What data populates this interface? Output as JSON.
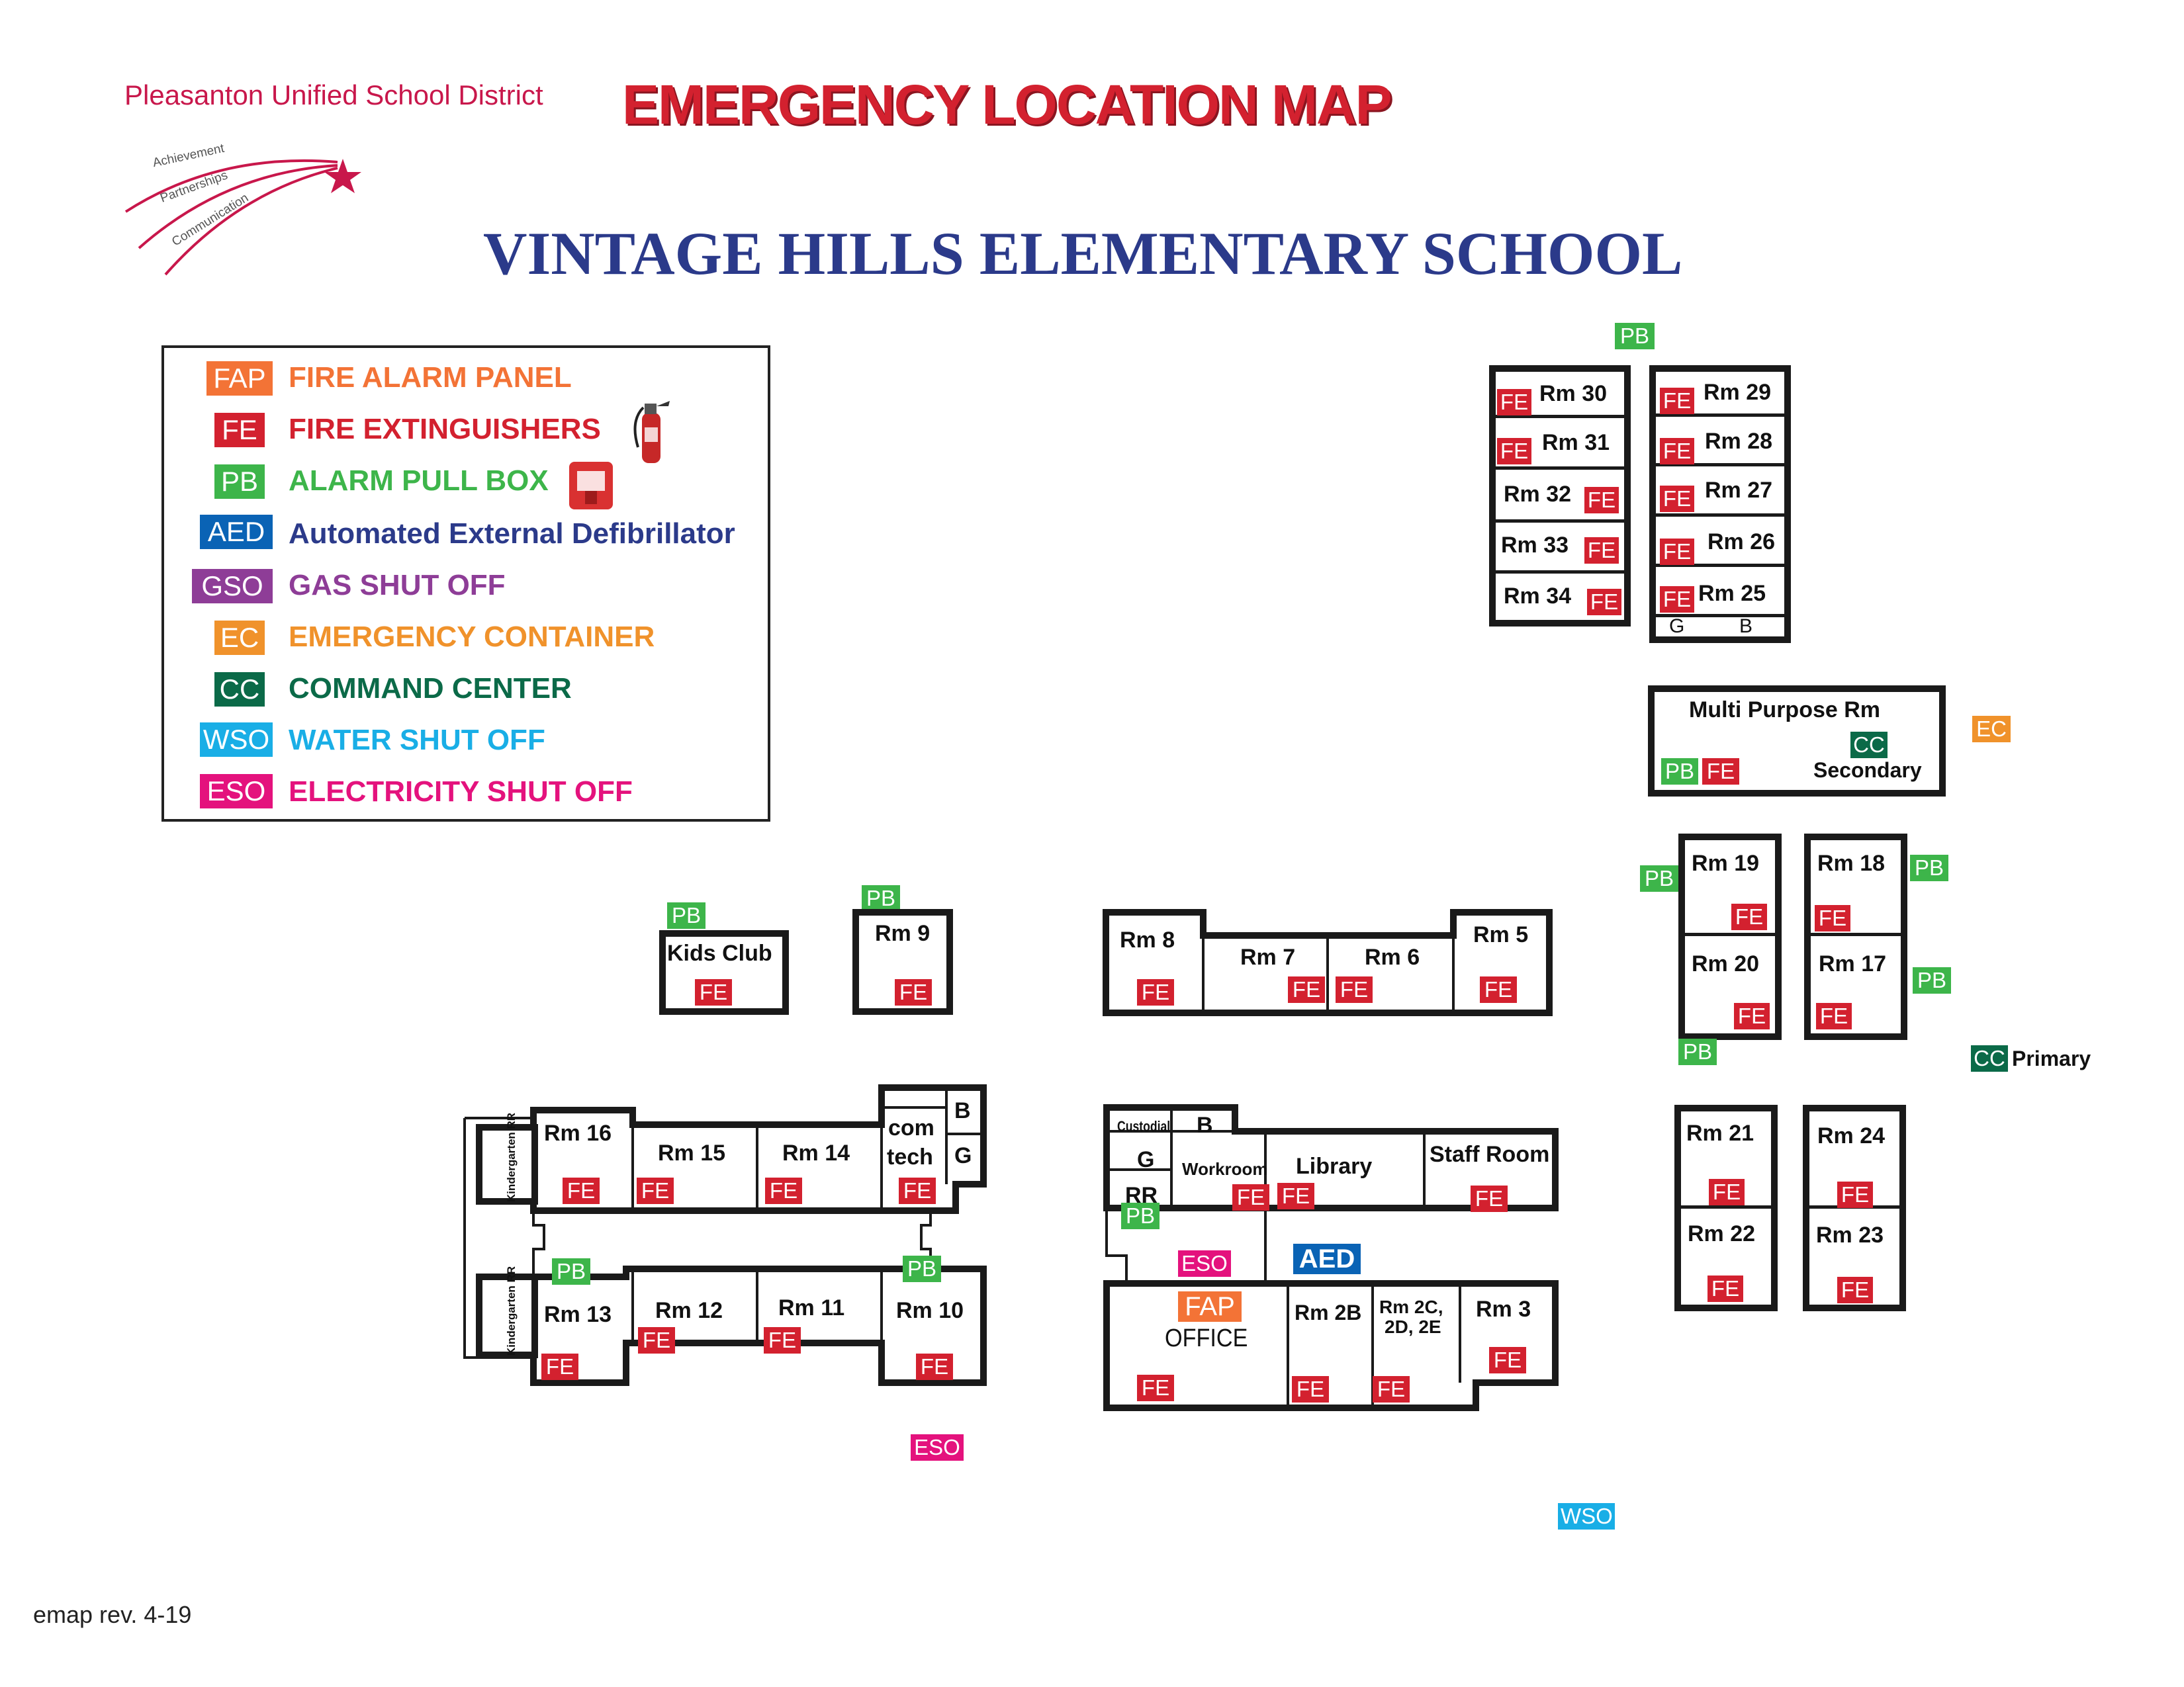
{
  "district": {
    "name": "Pleasanton Unified School District",
    "motto": [
      "Achievement",
      "Partnerships",
      "Communication"
    ],
    "brand_color": "#c8174b"
  },
  "header": {
    "title": "EMERGENCY LOCATION MAP",
    "school": "VINTAGE HILLS ELEMENTARY SCHOOL",
    "title_color": "#d3212f",
    "school_color": "#2b3a8a"
  },
  "legend": {
    "items": [
      {
        "code": "FAP",
        "label": "FIRE ALARM PANEL",
        "color": "#f37336"
      },
      {
        "code": "FE",
        "label": "FIRE EXTINGUISHERS",
        "color": "#d3212f",
        "icon": "fire-extinguisher-icon"
      },
      {
        "code": "PB",
        "label": "ALARM PULL BOX",
        "color": "#3db54a",
        "icon": "pull-box-icon"
      },
      {
        "code": "AED",
        "label": "Automated External Defibrillator",
        "color": "#0a63b5"
      },
      {
        "code": "GSO",
        "label": "GAS SHUT OFF",
        "color": "#8e3d97"
      },
      {
        "code": "EC",
        "label": "EMERGENCY CONTAINER",
        "color": "#f0922b"
      },
      {
        "code": "CC",
        "label": "COMMAND CENTER",
        "color": "#0b6a48"
      },
      {
        "code": "WSO",
        "label": "WATER SHUT OFF",
        "color": "#19aee6"
      },
      {
        "code": "ESO",
        "label": "ELECTRICITY SHUT OFF",
        "color": "#e4127d"
      }
    ]
  },
  "codes": {
    "fe": "FE",
    "pb": "PB",
    "cc": "CC",
    "ec": "EC",
    "eso": "ESO",
    "wso": "WSO",
    "aed": "AED",
    "fap": "FAP",
    "g": "G",
    "b": "B",
    "rr": "RR"
  },
  "rooms": {
    "rm30": "Rm 30",
    "rm31": "Rm 31",
    "rm32": "Rm 32",
    "rm33": "Rm 33",
    "rm34": "Rm 34",
    "rm29": "Rm 29",
    "rm28": "Rm 28",
    "rm27": "Rm 27",
    "rm26": "Rm 26",
    "rm25": "Rm 25",
    "multipurpose": "Multi Purpose Rm",
    "secondary": "Secondary",
    "primary": "Primary",
    "rm19": "Rm 19",
    "rm18": "Rm 18",
    "rm20": "Rm 20",
    "rm17": "Rm 17",
    "rm21": "Rm 21",
    "rm24": "Rm 24",
    "rm22": "Rm 22",
    "rm23": "Rm 23",
    "kidsclub": "Kids Club",
    "rm9": "Rm 9",
    "rm8": "Rm 8",
    "rm7": "Rm 7",
    "rm6": "Rm 6",
    "rm5": "Rm 5",
    "rm16": "Rm 16",
    "rm15": "Rm 15",
    "rm14": "Rm 14",
    "comtech1": "com",
    "comtech2": "tech",
    "kinder": "Kindergarten RR",
    "rm13": "Rm 13",
    "rm12": "Rm 12",
    "rm11": "Rm 11",
    "rm10": "Rm 10",
    "custodial": "Custodial",
    "workroom": "Workroom",
    "library": "Library",
    "staffroom": "Staff Room",
    "office": "OFFICE",
    "rm2b": "Rm 2B",
    "rm2c1": "Rm 2C,",
    "rm2c2": "2D, 2E",
    "rm3": "Rm 3"
  },
  "footer": {
    "revision": "emap rev. 4-19"
  }
}
